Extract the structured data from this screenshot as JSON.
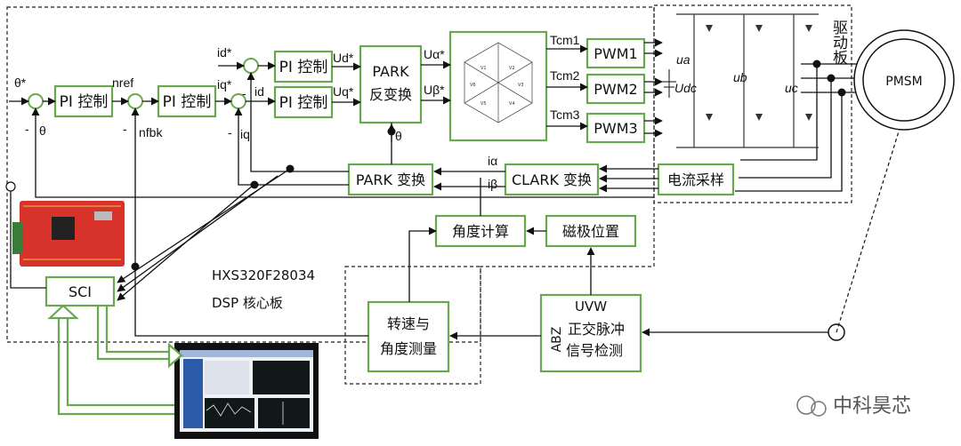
{
  "blocks": {
    "pi1": "PI 控制",
    "pi2": "PI 控制",
    "pi_d": "PI 控制",
    "pi_q": "PI 控制",
    "park_inv_line1": "PARK",
    "park_inv_line2": "反变换",
    "pwm1": "PWM1",
    "pwm2": "PWM2",
    "pwm3": "PWM3",
    "park": "PARK 变换",
    "clark": "CLARK 变换",
    "current_sampling": "电流采样",
    "angle_calc": "角度计算",
    "magnetic_pos": "磁极位置",
    "speed_line1": "转速与",
    "speed_line2": "角度测量",
    "pulse_line1": "正交脉冲",
    "pulse_line2": "信号检测",
    "pulse_uvw": "UVW",
    "pulse_abz": "ABZ",
    "sci": "SCI",
    "motor": "PMSM",
    "driver": "驱动板",
    "dsp_line1": "HXS320F28034",
    "dsp_line2": "DSP 核心板"
  },
  "signals": {
    "theta_star": "θ*",
    "theta_fb": "θ",
    "theta_park": "θ",
    "n_ref": "nref",
    "n_fbk": "nfbk",
    "id_star": "id*",
    "iq_star": "iq*",
    "id": "id",
    "iq": "iq",
    "ud_star": "Ud*",
    "uq_star": "Uq*",
    "u_alpha": "Uα*",
    "u_beta": "Uβ*",
    "tcm1": "Tcm1",
    "tcm2": "Tcm2",
    "tcm3": "Tcm3",
    "i_alpha": "iα",
    "i_beta": "iβ",
    "ua": "ua",
    "ub": "ub",
    "uc": "uc",
    "udc": "Udc",
    "minus": "-"
  },
  "watermark": "中科昊芯",
  "colors": {
    "block_border": "#6aa84f",
    "wire": "#111111",
    "dashed": "#222222"
  }
}
